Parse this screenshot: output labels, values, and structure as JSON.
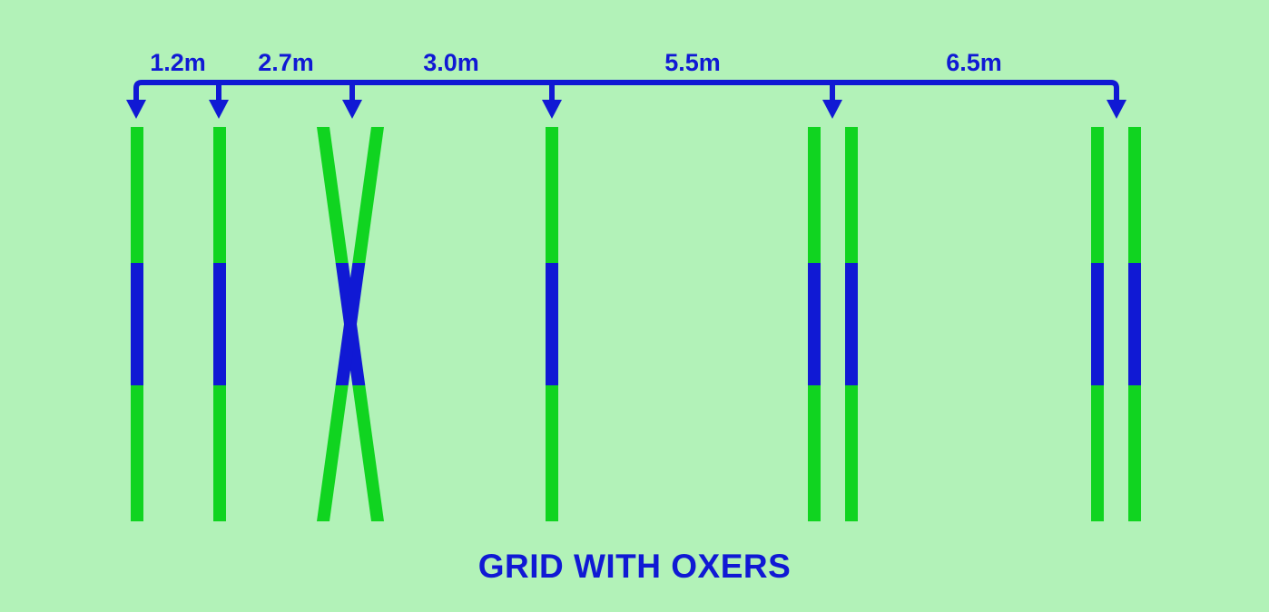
{
  "title": "GRID WITH OXERS",
  "colors": {
    "background": "#b2f2b8",
    "pole_green": "#10d420",
    "pole_blue": "#1019d4",
    "ink": "#1019d4"
  },
  "distances": [
    "1.2m",
    "2.7m",
    "3.0m",
    "5.5m",
    "6.5m"
  ],
  "elements": [
    {
      "kind": "ground-pole",
      "name": "ground-pole-1"
    },
    {
      "kind": "ground-pole",
      "name": "ground-pole-2"
    },
    {
      "kind": "cross-rail",
      "name": "cross-rail-jump"
    },
    {
      "kind": "vertical",
      "name": "vertical-jump"
    },
    {
      "kind": "oxer",
      "name": "oxer-1"
    },
    {
      "kind": "oxer",
      "name": "oxer-2"
    }
  ]
}
